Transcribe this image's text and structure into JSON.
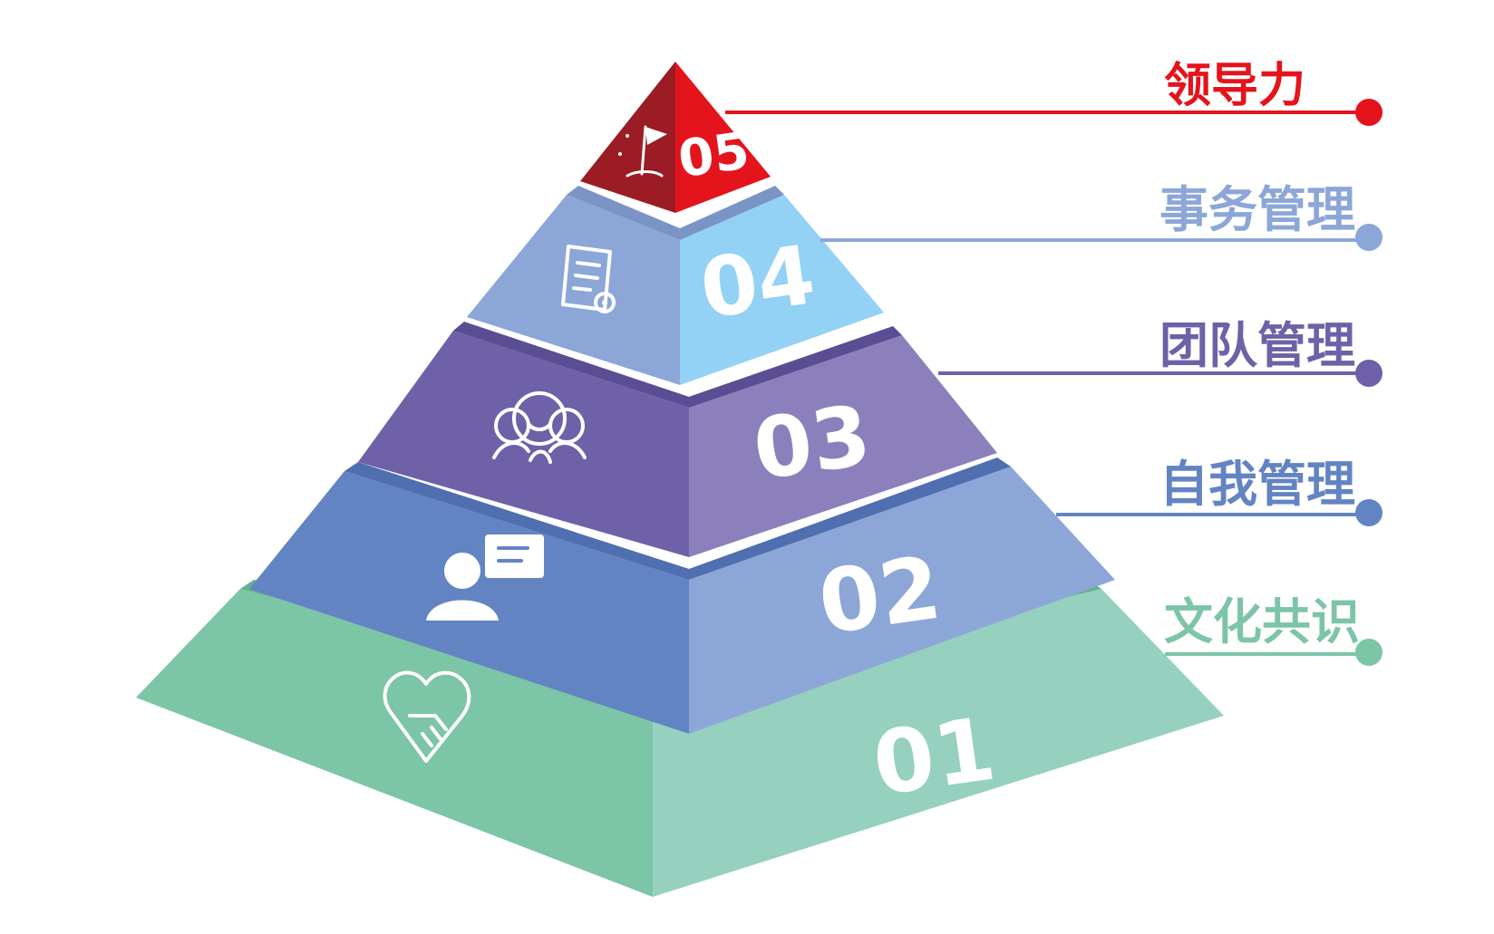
{
  "levels": [
    {
      "number": "01",
      "label": "文化共识",
      "icon": "handshake-heart-icon",
      "color": "#7cc5a6",
      "color_light": "#96d1bf",
      "color_edge": "#62b18f"
    },
    {
      "number": "02",
      "label": "自我管理",
      "icon": "person-presentation-icon",
      "color": "#6384c2",
      "color_light": "#8da6d8",
      "color_edge": "#4f6fb0"
    },
    {
      "number": "03",
      "label": "团队管理",
      "icon": "team-people-icon",
      "color": "#6f61a8",
      "color_light": "#8c80bc",
      "color_edge": "#5a4d93"
    },
    {
      "number": "04",
      "label": "事务管理",
      "icon": "document-gear-icon",
      "color": "#8ca6d8",
      "color_light": "#93d1f5",
      "color_edge": "#7a94c6"
    },
    {
      "number": "05",
      "label": "领导力",
      "icon": "flag-icon",
      "color": "#9b1c24",
      "color_light": "#e4141c",
      "color_edge": "#7c1218"
    }
  ],
  "label_colors": [
    "#7cc5a6",
    "#6384c2",
    "#6f61a8",
    "#8ca6d8",
    "#e4141c"
  ]
}
